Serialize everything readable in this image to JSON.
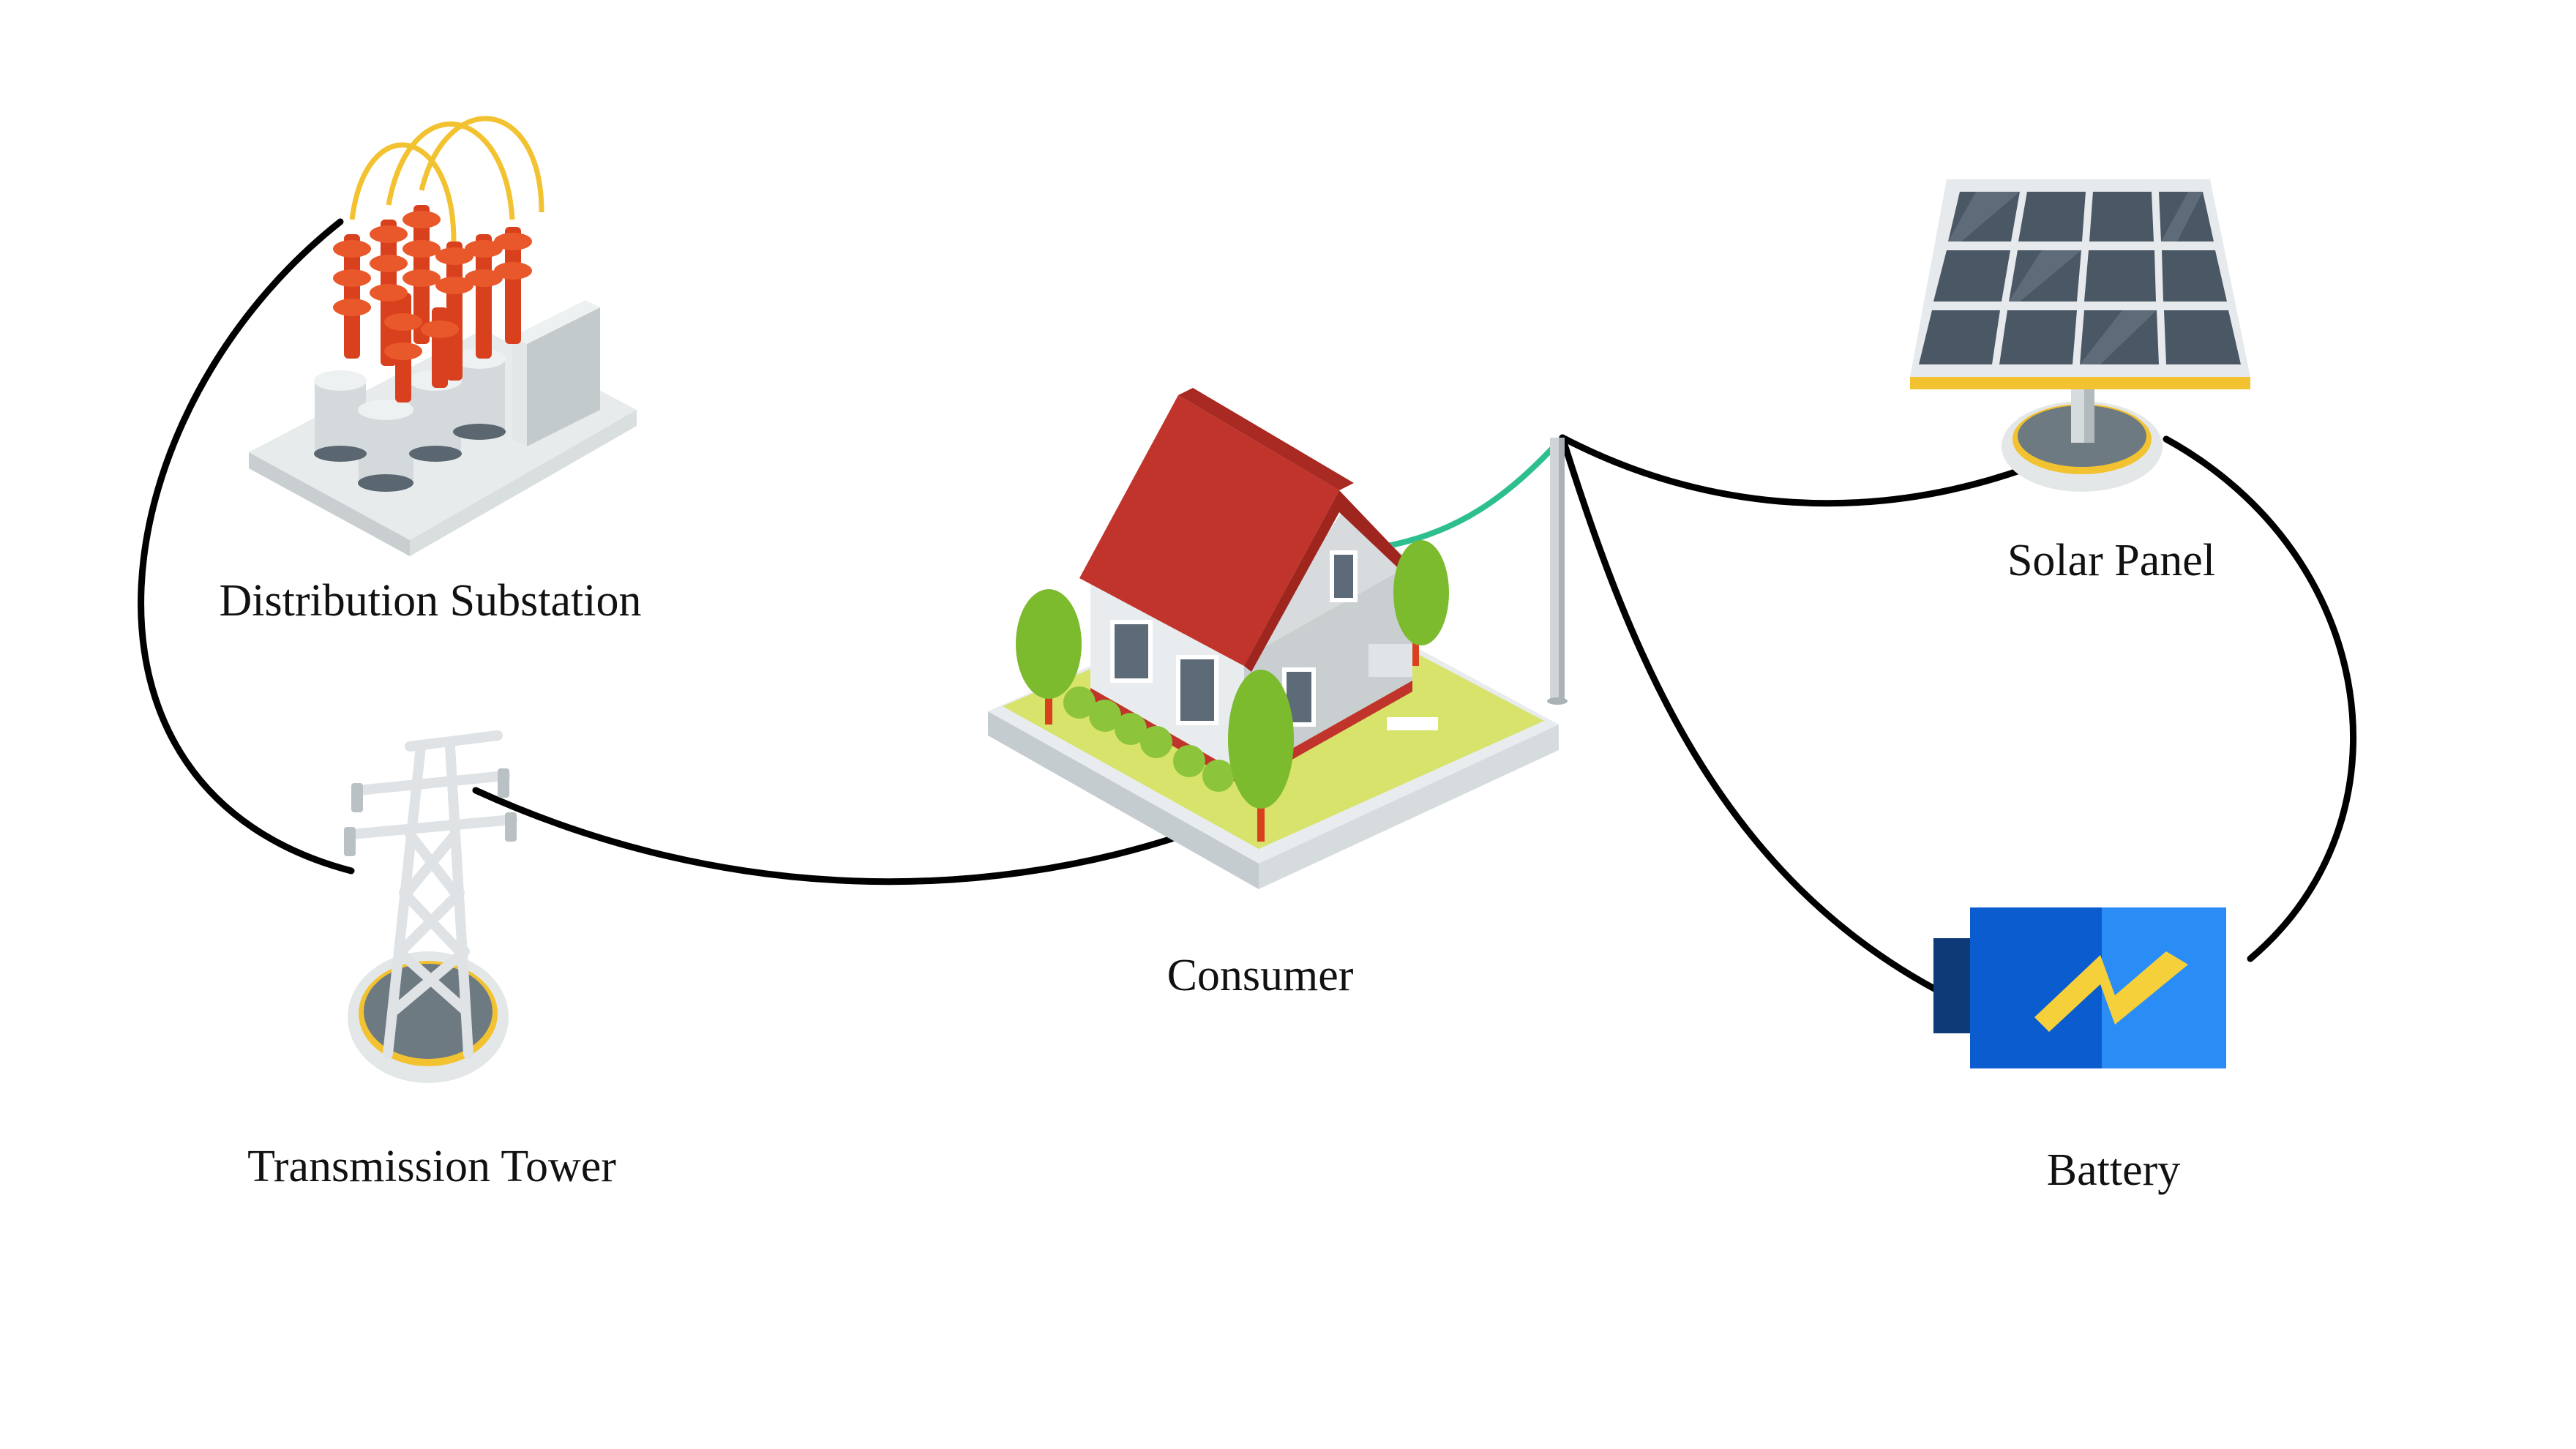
{
  "diagram": {
    "nodes": {
      "distribution_substation": {
        "label": "Distribution Substation",
        "icon": "substation-icon"
      },
      "transmission_tower": {
        "label": "Transmission Tower",
        "icon": "transmission-tower-icon"
      },
      "consumer": {
        "label": "Consumer",
        "icon": "house-icon"
      },
      "solar_panel": {
        "label": "Solar Panel",
        "icon": "solar-panel-icon"
      },
      "battery": {
        "label": "Battery",
        "icon": "battery-icon"
      },
      "utility_pole": {
        "icon": "utility-pole-icon"
      }
    },
    "connections": [
      {
        "from": "distribution_substation",
        "to": "transmission_tower",
        "color": "#000000"
      },
      {
        "from": "transmission_tower",
        "to": "consumer",
        "color": "#000000"
      },
      {
        "from": "consumer",
        "to": "utility_pole",
        "color": "#2dbf8f"
      },
      {
        "from": "utility_pole",
        "to": "solar_panel",
        "color": "#000000"
      },
      {
        "from": "utility_pole",
        "to": "battery",
        "color": "#000000"
      },
      {
        "from": "solar_panel",
        "to": "battery",
        "color": "#000000"
      }
    ],
    "colors": {
      "roof": "#c0342b",
      "insulator": "#d9401e",
      "wire_arc": "#f2c230",
      "battery_body": "#1f6fd6",
      "battery_accent": "#f5d03b",
      "solar_cell": "#4a5866",
      "lawn": "#d7e36a",
      "tree": "#7cbb2e"
    }
  }
}
